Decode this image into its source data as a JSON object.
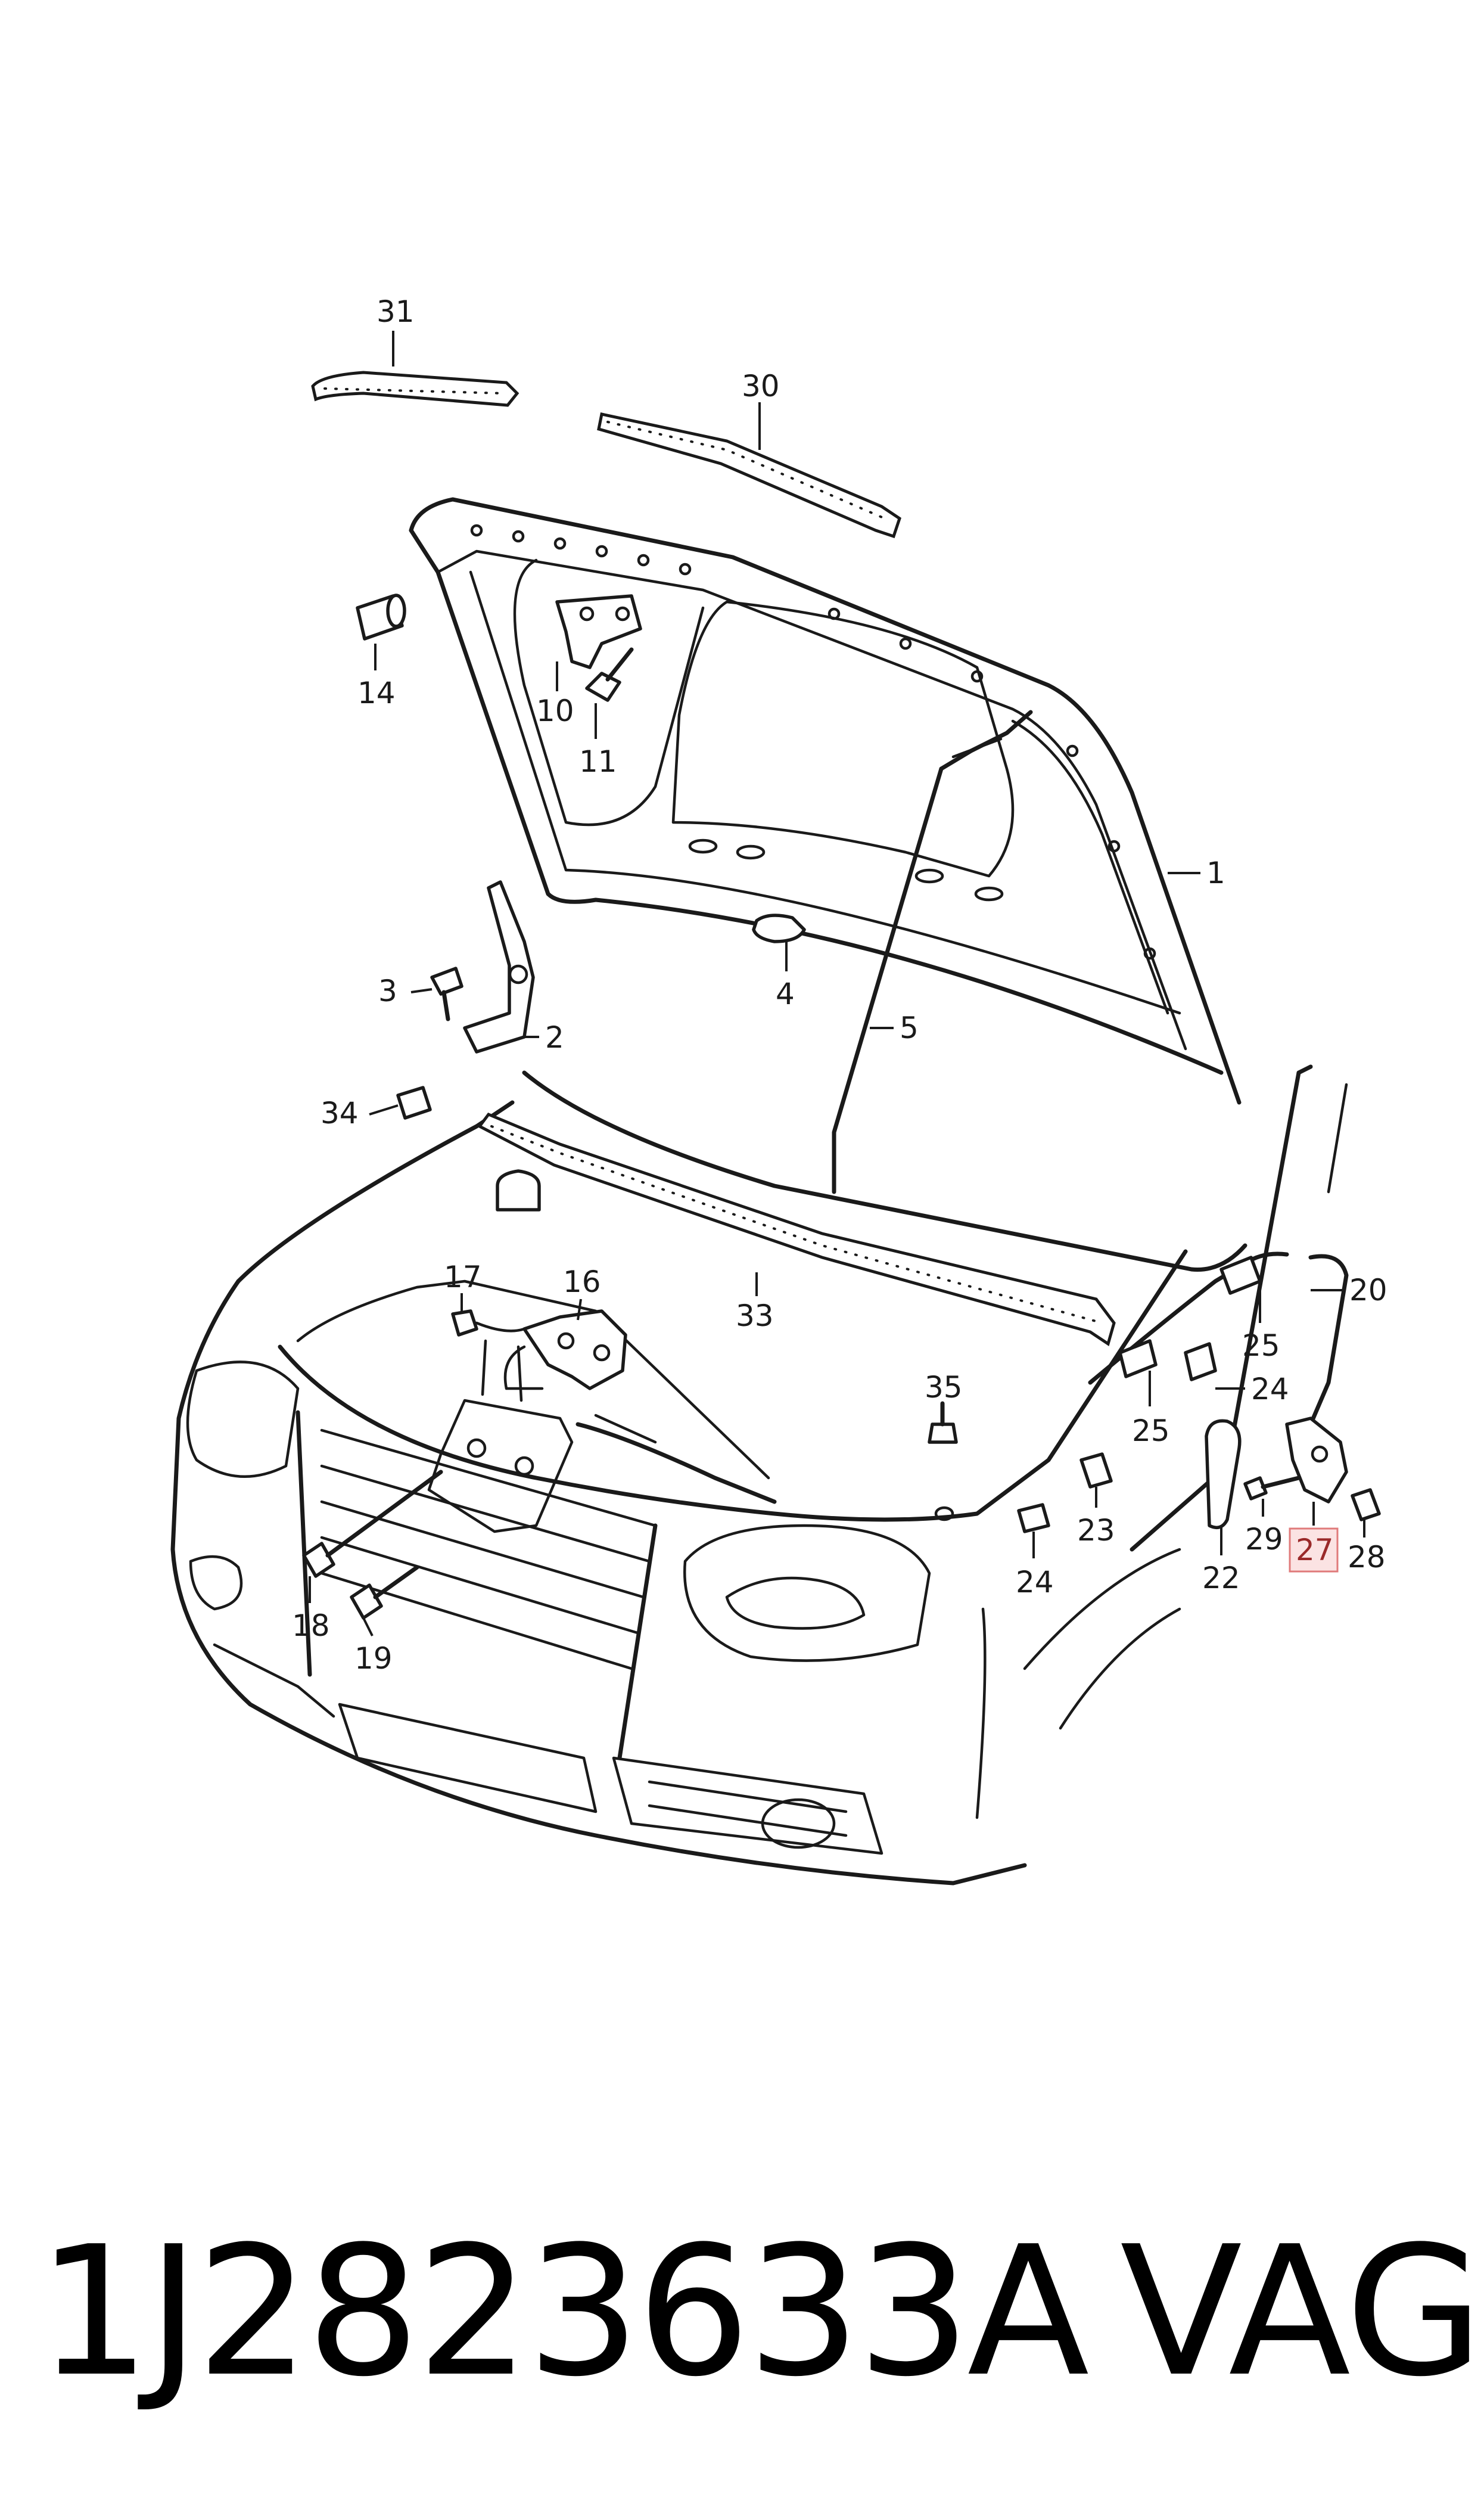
{
  "diagram": {
    "callouts": [
      "31",
      "30",
      "14",
      "10",
      "11",
      "1",
      "3",
      "4",
      "2",
      "5",
      "34",
      "17",
      "16",
      "33",
      "20",
      "25",
      "24",
      "35",
      "25",
      "23",
      "24",
      "22",
      "29",
      "27",
      "28",
      "18",
      "19"
    ],
    "highlighted_callout": "27"
  },
  "footer": {
    "part_number": "1J2823633A",
    "brand": "VAG"
  }
}
